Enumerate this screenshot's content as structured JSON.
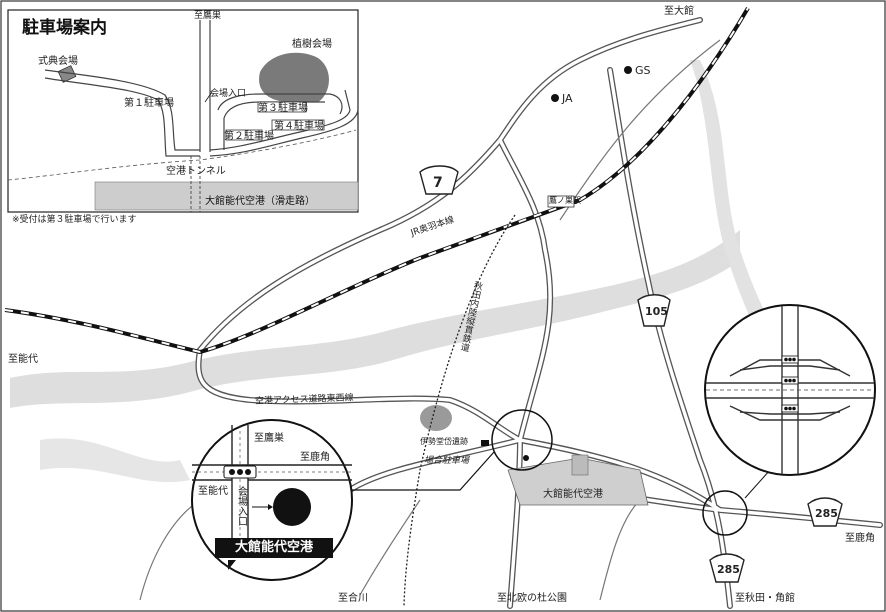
{
  "inset": {
    "title": "駐車場案内",
    "note": "※受付は第３駐車場で行います",
    "labels": {
      "to_takanosu": "至鷹巣",
      "ceremony": "式典会場",
      "tree_planting": "植樹会場",
      "venue_entrance": "会場入口",
      "parking1": "第１駐車場",
      "parking2": "第２駐車場",
      "parking3": "第３駐車場",
      "parking4": "第４駐車場",
      "tunnel": "空港トンネル",
      "runway": "大館能代空港（滑走路）"
    }
  },
  "main": {
    "to_odate": "至大館",
    "gs": "GS",
    "ja": "JA",
    "station": "鷹ノ巣駅",
    "jr_line": "JR奥羽本線",
    "akita_railway": "秋田内陸縦貫鉄道",
    "to_noshiro": "至能代",
    "access_road": "空港アクセス道路東西線",
    "ruins": "伊勢堂岱遺跡",
    "parking_handwritten": "場合駐車場",
    "airport": "大館能代空港",
    "to_takanosu": "至鷹巣",
    "to_kazuno_upper": "至鹿角",
    "to_noshiro_detail": "至能代",
    "venue_entrance_vertical": "会場入口",
    "airport_banner": "大館能代空港",
    "to_kazuno_right": "至鹿角",
    "to_aikawa": "至合川",
    "to_kitaakita": "至北欧の杜公園",
    "to_akita_kakunodate": "至秋田・角館",
    "route_7": "7",
    "route_105": "105",
    "route_285_right": "285",
    "route_285_bottom": "285"
  }
}
